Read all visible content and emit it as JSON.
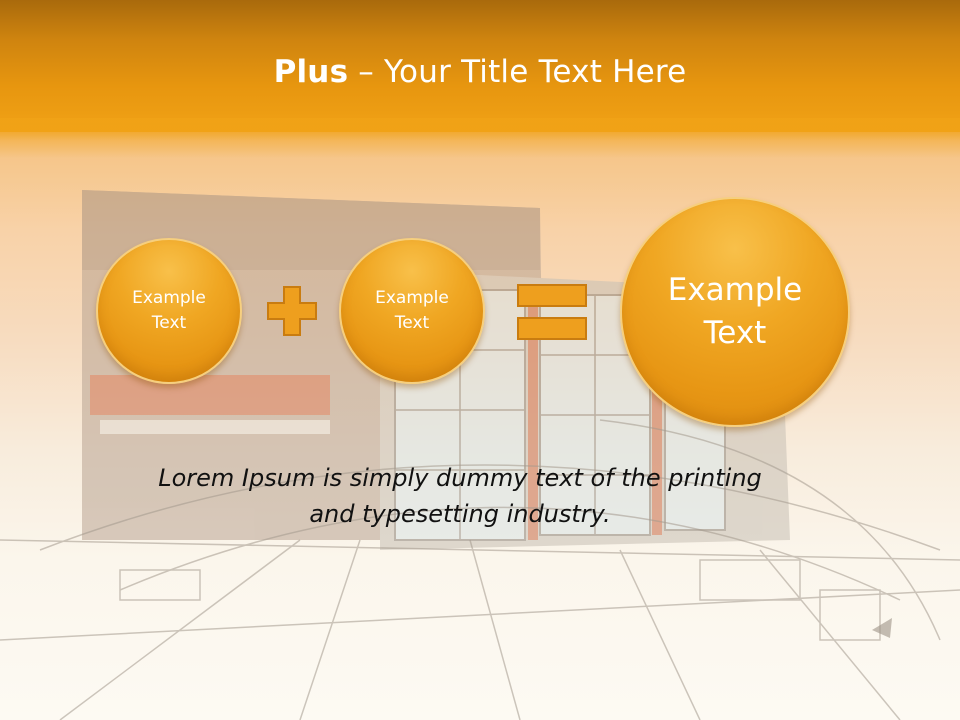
{
  "slide": {
    "title_bold": "Plus",
    "title_rest": " – Your Title Text Here",
    "circles": [
      {
        "line1": "Example",
        "line2": "Text"
      },
      {
        "line1": "Example",
        "line2": "Text"
      },
      {
        "line1": "Example",
        "line2": "Text"
      }
    ],
    "body_line1": "Lorem Ipsum is simply dummy text of the printing",
    "body_line2": "and typesetting industry."
  },
  "colors": {
    "accent": "#f0a723",
    "header": "#e29414",
    "text": "#111111"
  },
  "icons": {
    "plus": "plus-icon",
    "equals": "equals-icon"
  }
}
